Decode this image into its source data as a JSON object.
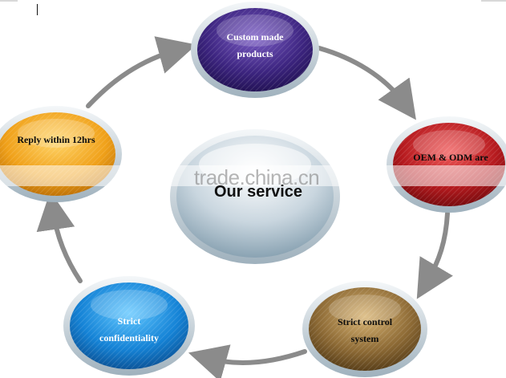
{
  "diagram": {
    "center_label": "Our service",
    "nodes": [
      {
        "id": "custom",
        "label": "Custom made products",
        "color": "#4a2a8c"
      },
      {
        "id": "oem",
        "label": "OEM & ODM are",
        "color": "#b3191d"
      },
      {
        "id": "control",
        "label": "Strict control system",
        "color": "#8a6a38"
      },
      {
        "id": "confidential",
        "label": "Strict confidentiality",
        "color": "#1a7fd0"
      },
      {
        "id": "reply",
        "label": "Reply within 12hrs",
        "color": "#f0a21a"
      }
    ],
    "watermark": "trade.china.cn"
  }
}
